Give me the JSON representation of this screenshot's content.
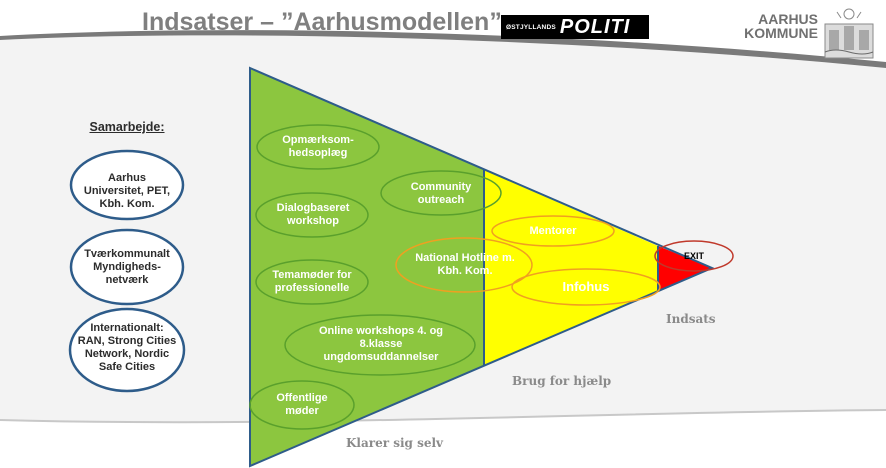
{
  "header": {
    "title": "Indsatser – ”Aarhusmodellen”",
    "politi_small": "ØSTJYLLANDS",
    "politi_big": "POLITI",
    "kommune_line1": "AARHUS",
    "kommune_line2": "KOMMUNE"
  },
  "sidebar": {
    "heading": "Samarbejde:",
    "items": [
      "Aarhus Universitet, PET, Kbh. Kom.",
      "Tværkommunalt Myndigheds-netværk",
      "Internationalt: RAN, Strong Cities Network, Nordic Safe Cities"
    ]
  },
  "green_zone": {
    "items": [
      "Opmærksom-hedsoplæg",
      "Dialogbaseret workshop",
      "Temamøder for professionelle",
      "Online workshops 4. og 8.klasse ungdomsuddannelser",
      "Offentlige møder"
    ]
  },
  "boundary_items": [
    "Community outreach",
    "National Hotline m. Kbh. Kom."
  ],
  "yellow_zone": {
    "items": [
      "Mentorer",
      "Infohus"
    ]
  },
  "red_zone": {
    "items": [
      "EXIT"
    ]
  },
  "axis_labels": {
    "green": "Klarer sig selv",
    "yellow": "Brug for hjælp",
    "red": "Indsats"
  },
  "colors": {
    "green": "#8cc63f",
    "yellow": "#ffff00",
    "red": "#ff0000",
    "outline_blue": "#2e5c8a",
    "oval_green": "#5aa02c",
    "oval_orange": "#f0a020",
    "oval_red": "#c0392b"
  }
}
